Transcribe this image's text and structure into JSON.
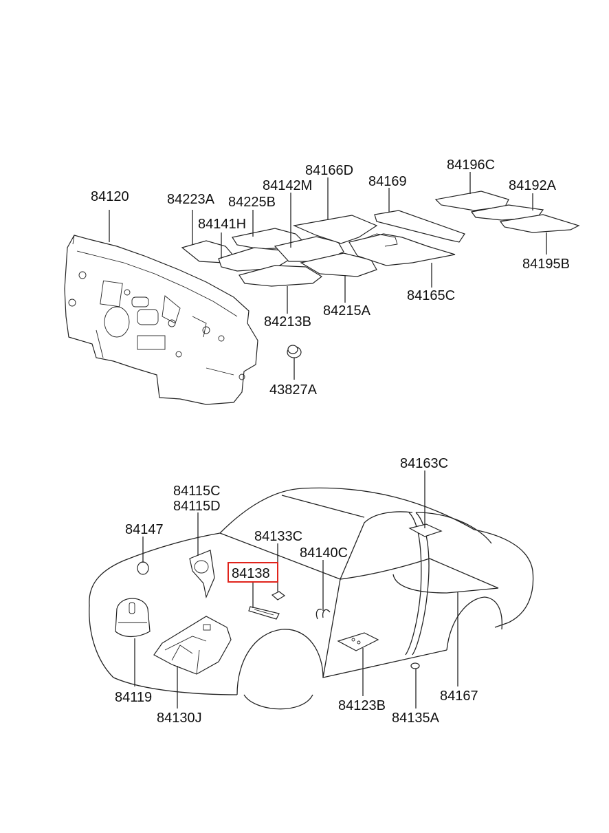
{
  "labels": {
    "p84120": "84120",
    "p84223A": "84223A",
    "p84225B": "84225B",
    "p84141H": "84141H",
    "p84142M": "84142M",
    "p84166D": "84166D",
    "p84169": "84169",
    "p84196C": "84196C",
    "p84192A": "84192A",
    "p84195B": "84195B",
    "p84165C": "84165C",
    "p84215A": "84215A",
    "p84213B": "84213B",
    "p43827A": "43827A",
    "p84163C": "84163C",
    "p84115C": "84115C",
    "p84115D": "84115D",
    "p84147": "84147",
    "p84133C": "84133C",
    "p84140C": "84140C",
    "p84138": "84138",
    "p84119": "84119",
    "p84130J": "84130J",
    "p84123B": "84123B",
    "p84135A": "84135A",
    "p84167": "84167"
  },
  "highlighted_part": "84138",
  "colors": {
    "line": "#222222",
    "highlight": "#e0231b"
  }
}
